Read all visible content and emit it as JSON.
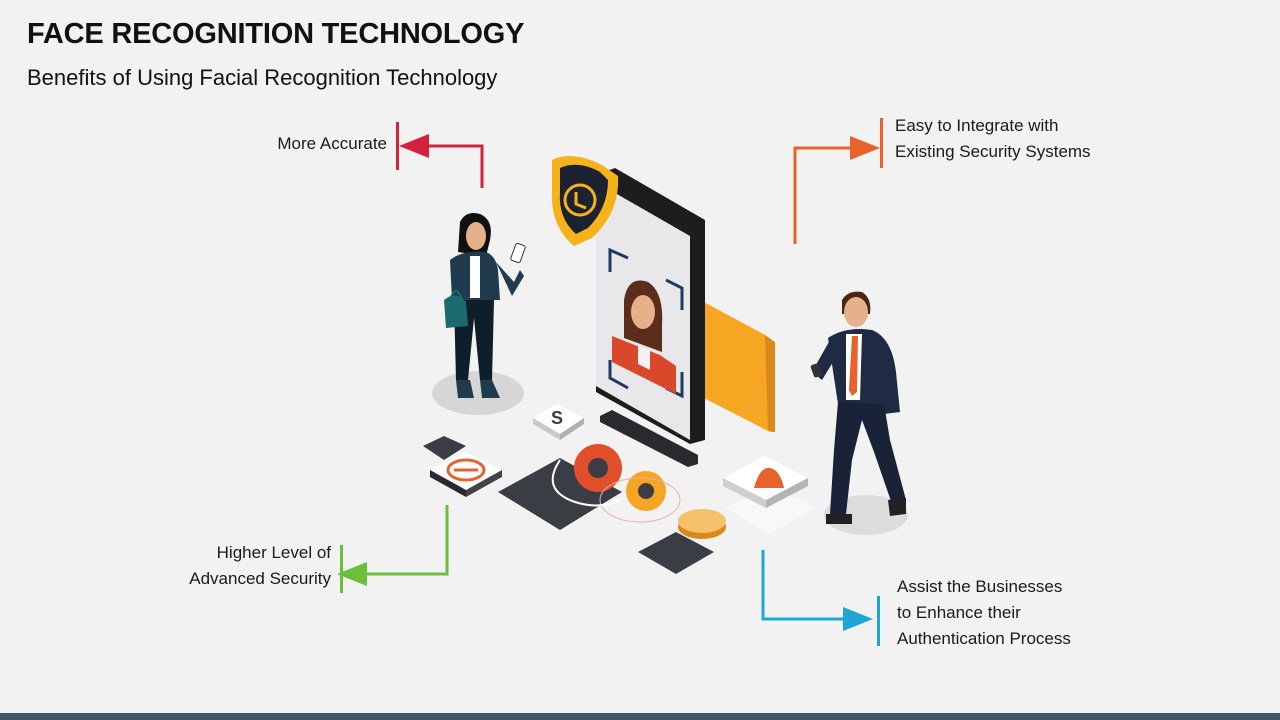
{
  "header": {
    "title": "FACE RECOGNITION TECHNOLOGY",
    "subtitle": "Benefits of Using Facial Recognition Technology"
  },
  "benefits": [
    {
      "lines": [
        "More Accurate"
      ],
      "color": "#d4213d"
    },
    {
      "lines": [
        "Easy to Integrate with",
        "Existing Security Systems"
      ],
      "color": "#e8622c"
    },
    {
      "lines": [
        "Higher Level of",
        "Advanced Security"
      ],
      "color": "#6cbf3a"
    },
    {
      "lines": [
        "Assist the Businesses",
        "to Enhance their",
        "Authentication Process"
      ],
      "color": "#1ea6d6"
    }
  ],
  "illustration": {
    "coin_letter": "S"
  },
  "colors": {
    "footer": "#44546a",
    "accent_orange": "#f6a623",
    "suit_dark": "#1f2a44"
  }
}
